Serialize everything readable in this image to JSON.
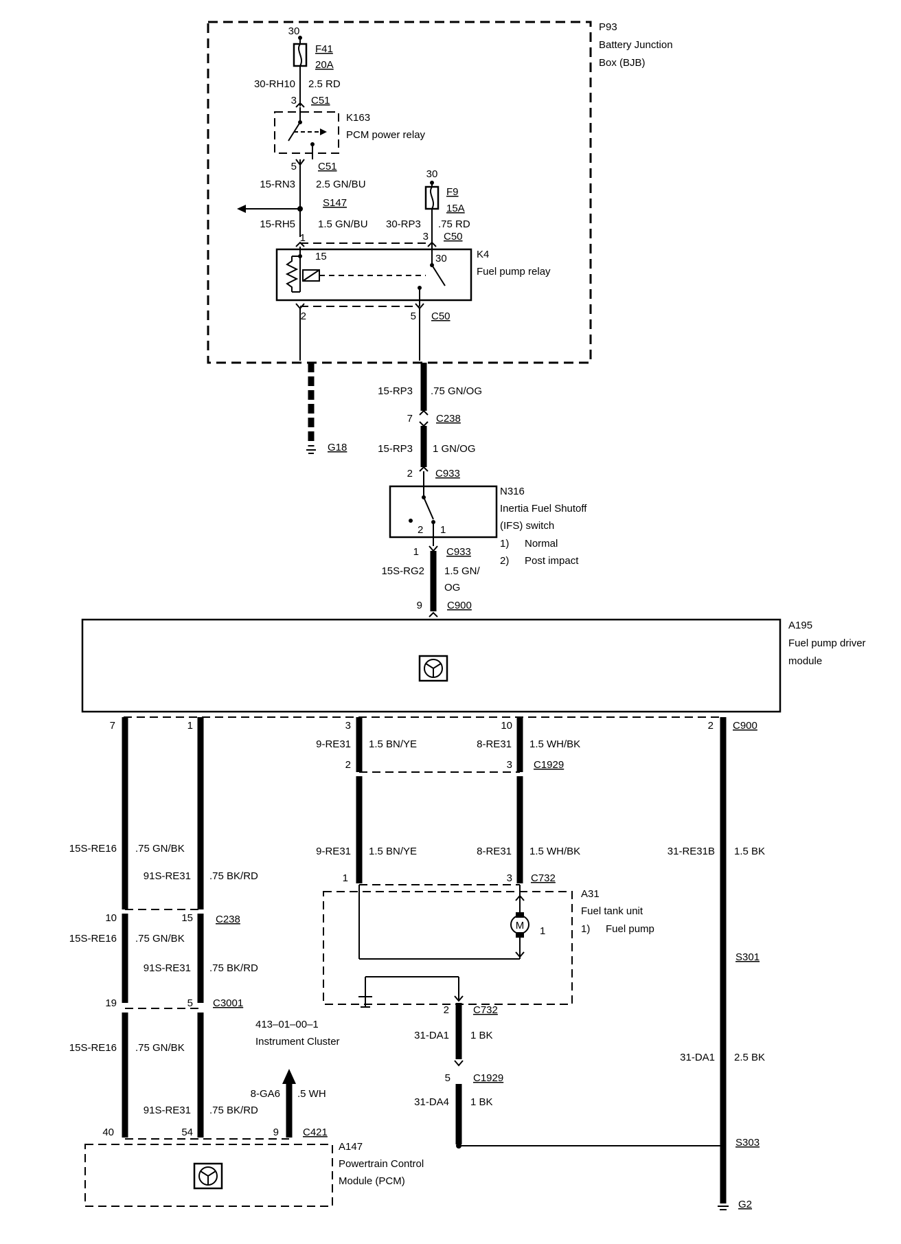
{
  "bjb": {
    "id": "P93",
    "name1": "Battery Junction",
    "name2": "Box (BJB)"
  },
  "fuse_f41": {
    "feed": "30",
    "id": "F41",
    "rating": "20A"
  },
  "wire_rh10": {
    "circuit": "30-RH10",
    "spec": "2.5 RD"
  },
  "relay_k163": {
    "pin_top": "3",
    "pin_bottom": "5",
    "conn": "C51",
    "id": "K163",
    "name": "PCM power relay"
  },
  "wire_rn3": {
    "circuit": "15-RN3",
    "spec": "2.5 GN/BU"
  },
  "splice_s147": "S147",
  "wire_rh5": {
    "circuit": "15-RH5",
    "spec": "1.5 GN/BU",
    "pin": "1"
  },
  "fuse_f9": {
    "feed": "30",
    "id": "F9",
    "rating": "15A"
  },
  "wire_rp3_top": {
    "circuit": "30-RP3",
    "spec": ".75 RD",
    "pin": "3",
    "conn": "C50"
  },
  "relay_k4": {
    "id": "K4",
    "name": "Fuel pump relay",
    "t15": "15",
    "t30": "30",
    "pin_left": "2",
    "pin_right": "5",
    "conn": "C50"
  },
  "ground_g18": "G18",
  "wire_rp3_a": {
    "circuit": "15-RP3",
    "spec": ".75 GN/OG"
  },
  "conn_c238_a": {
    "pin": "7",
    "conn": "C238"
  },
  "wire_rp3_b": {
    "circuit": "15-RP3",
    "spec": "1 GN/OG"
  },
  "conn_c933_top": {
    "pin": "2",
    "conn": "C933"
  },
  "ifs": {
    "id": "N316",
    "line1": "Inertia Fuel Shutoff",
    "line2": "(IFS) switch",
    "opt1_num": "1)",
    "opt1": "Normal",
    "opt2_num": "2)",
    "opt2": "Post impact",
    "sw2": "2",
    "sw1": "1"
  },
  "conn_c933_bot": {
    "pin": "1",
    "conn": "C933"
  },
  "wire_rg2": {
    "circuit": "15S-RG2",
    "spec1": "1.5  GN/",
    "spec2": "OG"
  },
  "conn_c900_top": {
    "pin": "9",
    "conn": "C900"
  },
  "fpdm": {
    "id": "A195",
    "line1": "Fuel pump driver",
    "line2": "module"
  },
  "fpdm_pins": {
    "p7": "7",
    "p1": "1",
    "p3": "3",
    "p10": "10",
    "p2": "2",
    "conn": "C900"
  },
  "wire_9re31": {
    "circuit": "9-RE31",
    "spec": "1.5 BN/YE"
  },
  "wire_8re31": {
    "circuit": "8-RE31",
    "spec": "1.5 WH/BK"
  },
  "conn_c1929_a": {
    "p2": "2",
    "p3": "3",
    "conn": "C1929"
  },
  "left_wires": {
    "c1": "15S-RE16",
    "s1": ".75 GN/BK",
    "c2": "91S-RE31",
    "s2": ".75 BK/RD"
  },
  "wire_re31b": {
    "circuit": "31-RE31B",
    "spec": "1.5 BK"
  },
  "conn_c732": {
    "p1": "1",
    "p3": "3",
    "conn": "C732"
  },
  "fuel_tank": {
    "id": "A31",
    "name": "Fuel tank unit",
    "item_num": "1)",
    "item": "Fuel pump",
    "motor_label": "1",
    "motor": "M"
  },
  "conn_c238_b": {
    "p10": "10",
    "p15": "15",
    "conn": "C238"
  },
  "splice_s301": "S301",
  "conn_c3001": {
    "p19": "19",
    "p5": "5",
    "conn": "C3001"
  },
  "cluster_ref": {
    "code": "413–01–00–1",
    "name": "Instrument Cluster"
  },
  "conn_c732_b": {
    "pin": "2",
    "conn": "C732"
  },
  "wire_da1": {
    "circuit": "31-DA1",
    "spec": "1 BK"
  },
  "wire_da1_right": {
    "circuit": "31-DA1",
    "spec": "2.5 BK"
  },
  "wire_ga6": {
    "circuit": "8-GA6",
    "spec": ".5 WH"
  },
  "conn_c1929_b": {
    "pin": "5",
    "conn": "C1929"
  },
  "wire_da4": {
    "circuit": "31-DA4",
    "spec": "1 BK"
  },
  "conn_c421": {
    "p40": "40",
    "p54": "54",
    "p9": "9",
    "conn": "C421"
  },
  "pcm": {
    "id": "A147",
    "line1": "Powertrain Control",
    "line2": "Module (PCM)"
  },
  "splice_s303": "S303",
  "ground_g2": "G2"
}
